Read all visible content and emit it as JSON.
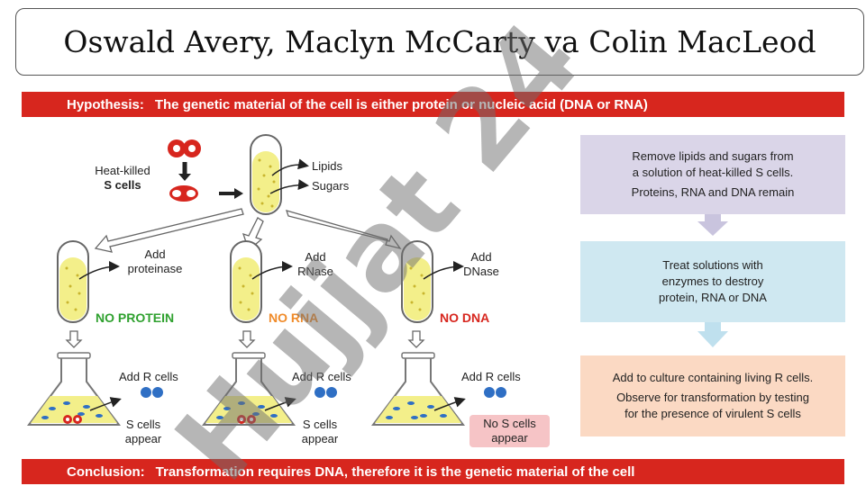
{
  "title": "Oswald Avery, Maclyn McCarty va Colin MacLeod",
  "hypothesis": {
    "lead": "Hypothesis:",
    "text": "The genetic material of the cell is either protein or nucleic acid (DNA or RNA)"
  },
  "conclusion": {
    "lead": "Conclusion:",
    "text": "Transformation requires DNA, therefore it is the genetic material of the cell"
  },
  "steps": [
    {
      "lines": [
        "Remove lipids and sugars from",
        "a solution of heat-killed S cells.",
        "Proteins, RNA and DNA remain"
      ]
    },
    {
      "lines": [
        "Treat solutions with",
        "enzymes to destroy",
        "protein, RNA or DNA"
      ]
    },
    {
      "lines": [
        "Add to culture containing living R cells.",
        "Observe for transformation by testing",
        "for the presence of virulent S cells"
      ]
    }
  ],
  "labels": {
    "heat_killed_1": "Heat-killed",
    "heat_killed_2": "S cells",
    "lipids": "Lipids",
    "sugars": "Sugars",
    "add_proteinase_1": "Add",
    "add_proteinase_2": "proteinase",
    "add_rnase_1": "Add",
    "add_rnase_2": "RNase",
    "add_dnase_1": "Add",
    "add_dnase_2": "DNase",
    "add_r_cells": "Add R cells",
    "s_cells_appear_1": "S cells",
    "s_cells_appear_2": "appear",
    "no_s_1": "No S cells",
    "no_s_2": "appear"
  },
  "results": {
    "no_protein": "NO PROTEIN",
    "no_rna": "NO RNA",
    "no_dna": "NO DNA"
  },
  "watermark": "Hujjat 24",
  "colors": {
    "banner": "#d7261e",
    "no_protein": "#2fa12f",
    "no_rna": "#f08b2a",
    "no_dna": "#d7261e",
    "tube_liquid": "#f3ef8a",
    "s_cell": "#d7261e",
    "r_cell": "#2f6fc4"
  }
}
